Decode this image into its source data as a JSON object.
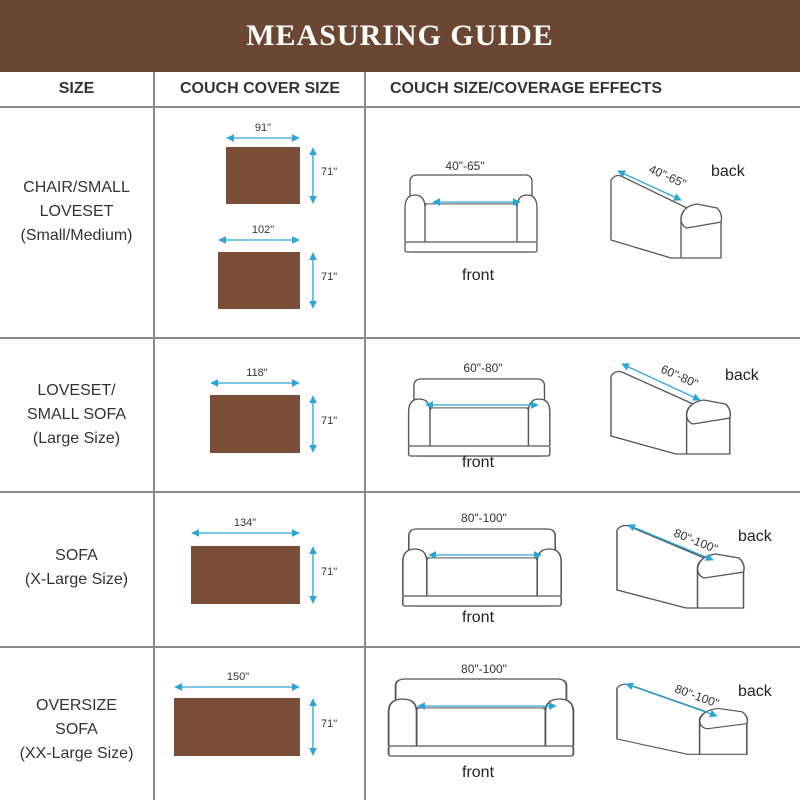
{
  "title": "MEASURING GUIDE",
  "headers": {
    "size": "SIZE",
    "cover": "COUCH COVER SIZE",
    "effects": "COUCH SIZE/COVERAGE EFFECTS"
  },
  "colors": {
    "banner": "#6b4733",
    "cover": "#7a4e36",
    "arrow": "#2aa6d6"
  },
  "rows": [
    {
      "label_lines": [
        "CHAIR/SMALL",
        "LOVESET",
        "(Small/Medium)"
      ],
      "covers": [
        {
          "width": "91\"",
          "height": "71\""
        },
        {
          "width": "102\"",
          "height": "71\""
        }
      ],
      "front_dim": "40\"-65\"",
      "back_dim": "40\"-65\"",
      "front_label": "front",
      "back_label": "back"
    },
    {
      "label_lines": [
        "LOVESET/",
        "SMALL SOFA",
        "(Large Size)"
      ],
      "covers": [
        {
          "width": "118\"",
          "height": "71\""
        }
      ],
      "front_dim": "60\"-80\"",
      "back_dim": "60\"-80\"",
      "front_label": "front",
      "back_label": "back"
    },
    {
      "label_lines": [
        "SOFA",
        "(X-Large Size)"
      ],
      "covers": [
        {
          "width": "134\"",
          "height": "71\""
        }
      ],
      "front_dim": "80\"-100\"",
      "back_dim": "80\"-100\"",
      "front_label": "front",
      "back_label": "back"
    },
    {
      "label_lines": [
        "OVERSIZE",
        "SOFA",
        "(XX-Large Size)"
      ],
      "covers": [
        {
          "width": "150\"",
          "height": "71\""
        }
      ],
      "front_dim": "80\"-100\"",
      "back_dim": "80\"-100\"",
      "front_label": "front",
      "back_label": "back"
    }
  ]
}
